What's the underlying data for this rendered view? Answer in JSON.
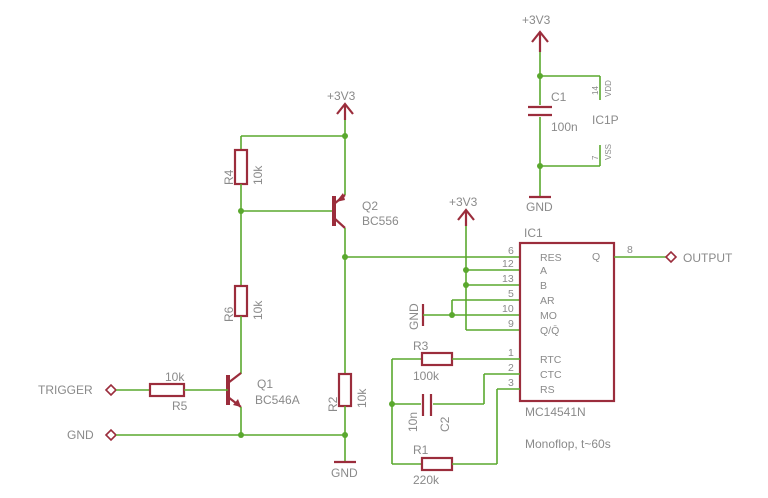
{
  "supplies": {
    "vcc_top": "+3V3",
    "vcc_left": "+3V3",
    "vcc_mid": "+3V3"
  },
  "ground": {
    "gnd_c1": "GND",
    "gnd_r2": "GND",
    "gnd_ic": "GND"
  },
  "components": {
    "c1": {
      "name": "C1",
      "value": "100n"
    },
    "ic1p": {
      "name": "IC1P",
      "pin_vdd": "14",
      "pin_vss": "7",
      "vdd": "VDD",
      "vss": "VSS"
    },
    "r4": {
      "name": "R4",
      "value": "10k"
    },
    "q2": {
      "name": "Q2",
      "value": "BC556"
    },
    "r6": {
      "name": "R6",
      "value": "10k"
    },
    "q1": {
      "name": "Q1",
      "value": "BC546A"
    },
    "r5": {
      "name": "R5",
      "value": "10k"
    },
    "r2": {
      "name": "R2",
      "value": "10k"
    },
    "r3": {
      "name": "R3",
      "value": "100k"
    },
    "c2": {
      "name": "C2",
      "value": "10n"
    },
    "r1": {
      "name": "R1",
      "value": "220k"
    }
  },
  "ic1": {
    "name": "IC1",
    "part": "MC14541N",
    "pins_left": [
      {
        "num": "6",
        "label": "RES"
      },
      {
        "num": "12",
        "label": "A"
      },
      {
        "num": "13",
        "label": "B"
      },
      {
        "num": "5",
        "label": "AR"
      },
      {
        "num": "10",
        "label": "MO"
      },
      {
        "num": "9",
        "label": "Q/Q̄"
      },
      {
        "num": "1",
        "label": "RTC"
      },
      {
        "num": "2",
        "label": "CTC"
      },
      {
        "num": "3",
        "label": "RS"
      }
    ],
    "pin_right": {
      "num": "8",
      "label": "Q"
    }
  },
  "ports": {
    "trigger": "TRIGGER",
    "gnd": "GND",
    "output": "OUTPUT"
  },
  "note": "Monoflop, t~60s"
}
